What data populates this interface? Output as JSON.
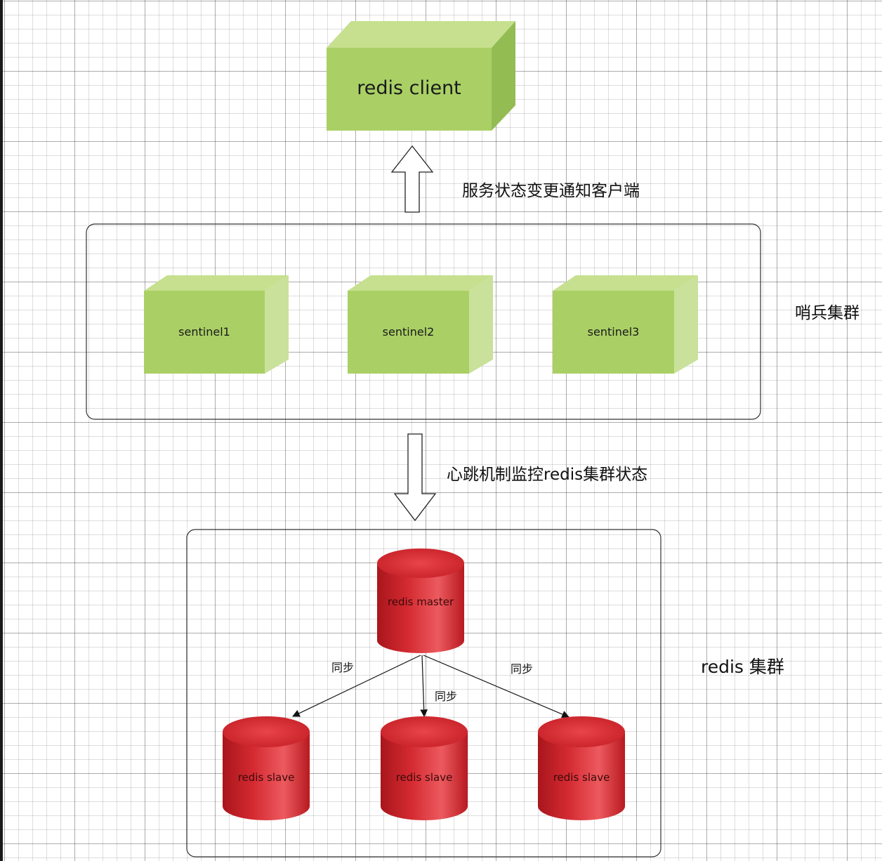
{
  "client": {
    "label": "redis client"
  },
  "notify_label": "服务状态变更通知客户端",
  "sentinel_group": {
    "label": "哨兵集群",
    "nodes": [
      {
        "label": "sentinel1"
      },
      {
        "label": "sentinel2"
      },
      {
        "label": "sentinel3"
      }
    ]
  },
  "heartbeat_label": "心跳机制监控redis集群状态",
  "redis_cluster": {
    "label": "redis 集群",
    "master": {
      "label": "redis master"
    },
    "slaves": [
      {
        "label": "redis slave"
      },
      {
        "label": "redis slave"
      },
      {
        "label": "redis slave"
      }
    ],
    "sync_labels": [
      "同步",
      "同步",
      "同步"
    ]
  },
  "colors": {
    "box_green_front": "#a9cf64",
    "box_green_top": "#c4e08c",
    "box_green_side": "#8fb84b",
    "db_red": "#cc2229",
    "db_red_top": "#e03a3f"
  }
}
